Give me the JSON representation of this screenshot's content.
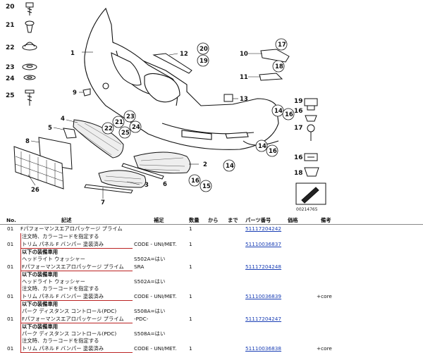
{
  "diagram": {
    "drawing_code": "00214765",
    "left_column_labels": [
      "20",
      "21",
      "22",
      "23",
      "24",
      "25"
    ],
    "right_column_labels": [
      "19",
      "16",
      "17",
      "16",
      "18"
    ],
    "callouts": [
      "1",
      "12",
      "20",
      "19",
      "10",
      "17",
      "11",
      "18",
      "9",
      "13",
      "23",
      "21",
      "22",
      "25",
      "24",
      "14",
      "16",
      "14",
      "16",
      "4",
      "5",
      "8",
      "2",
      "6",
      "16",
      "15",
      "3",
      "7",
      "26",
      "14"
    ]
  },
  "table": {
    "headers": {
      "no": "No.",
      "description": "記述",
      "supplement": "補足",
      "qty": "数量",
      "from": "から",
      "to": "まで",
      "part_number": "パーツ番号",
      "price": "価格",
      "notes": "備考"
    },
    "rows": [
      {
        "no": "01",
        "lines": [
          "Fパフォーマンスエアロパッケージ プライム"
        ],
        "supplement": "",
        "qty": "1",
        "part_number": "51117204242",
        "note": "",
        "note_line": ""
      },
      {
        "no": "01",
        "lines": [
          "注文時、カラーコードを指定する",
          "トリム パネル F バンパー 塗装済み"
        ],
        "supplement": "CODE - UNI/MET.",
        "qty": "1",
        "part_number": "51110036837",
        "note": ""
      },
      {
        "no": "01",
        "lines": [
          "以下の装備車用",
          "ヘッドライト ウォッシャー",
          "Fパフォーマンスエアロパッケージ プライム"
        ],
        "supplement_lines": [
          "S502A=はい",
          "SRA"
        ],
        "qty": "1",
        "part_number": "51117204248",
        "note": ""
      },
      {
        "no": "01",
        "lines": [
          "以下の装備車用",
          "ヘッドライト ウォッシャー",
          "注文時、カラーコードを指定する",
          "トリム パネル F バンパー 塗装済み"
        ],
        "supplement_lines": [
          "S502A=はい",
          "CODE - UNI/MET."
        ],
        "qty": "1",
        "part_number": "51110036839",
        "note": "+core"
      },
      {
        "no": "01",
        "lines": [
          "以下の装備車用",
          "パーク ディスタンス コントロール(PDC)",
          "Fパフォーマンスエアロパッケージ プライム"
        ],
        "supplement_lines": [
          "S508A=はい",
          "-PDC-"
        ],
        "qty": "1",
        "part_number": "51117204247",
        "note": ""
      },
      {
        "no": "01",
        "lines": [
          "以下の装備車用",
          "パーク ディスタンス コントロール(PDC)",
          "注文時、カラーコードを指定する",
          "トリム パネル F バンパー 塗装済み"
        ],
        "supplement_lines": [
          "S508A=はい",
          "CODE - UNI/MET."
        ],
        "qty": "1",
        "part_number": "51110036838",
        "note": "+core"
      }
    ]
  }
}
